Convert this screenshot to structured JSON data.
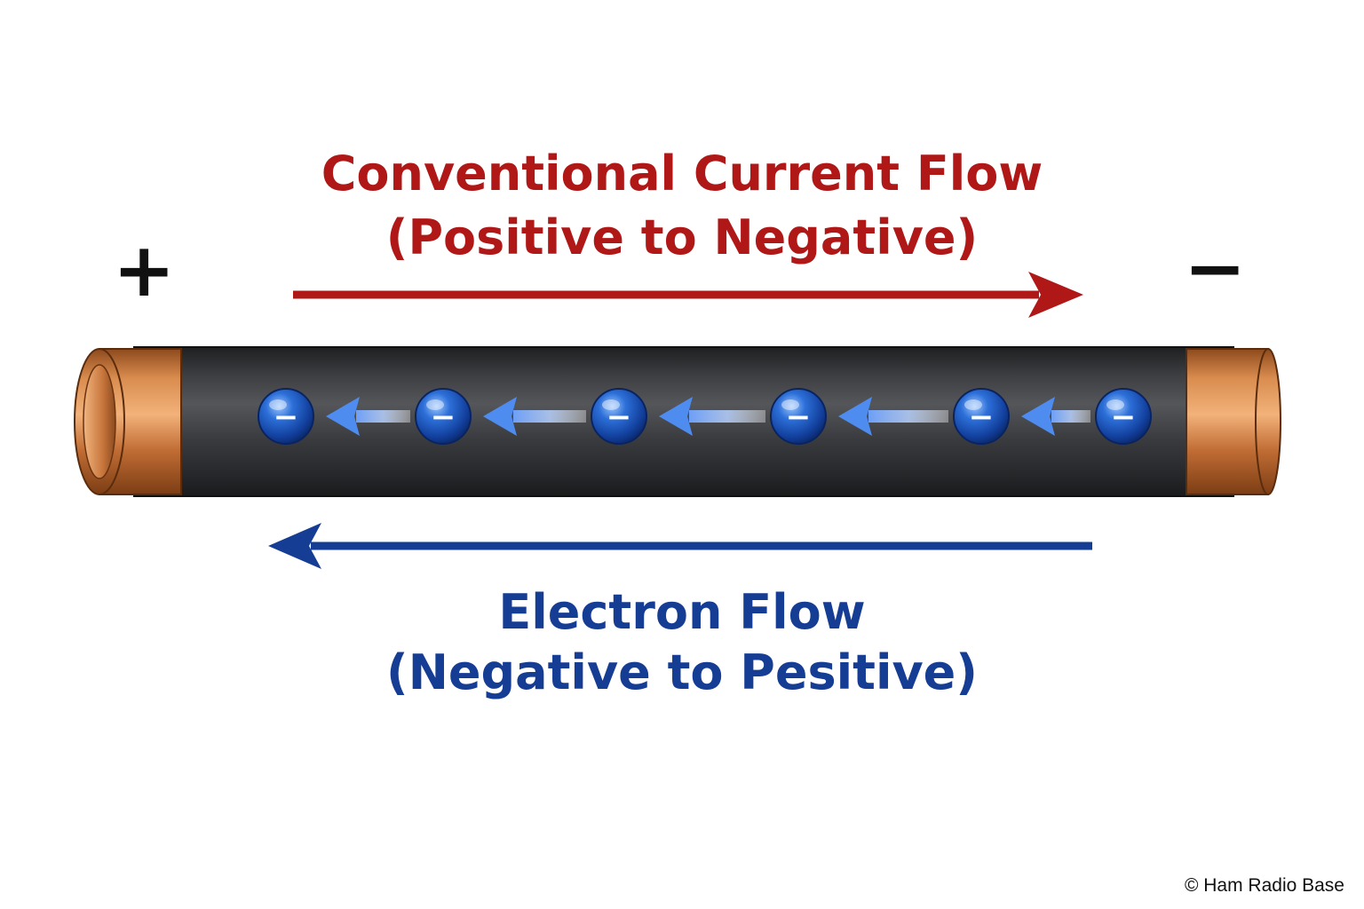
{
  "terminals": {
    "positive": "+",
    "negative": "−"
  },
  "conventional_current": {
    "line1": "Conventional Current Flow",
    "line2": "(Positive to Negative)",
    "color": "#b01818"
  },
  "electron_flow": {
    "line1": "Electron Flow",
    "line2": "(Negative to Pesitive)",
    "color": "#163d94"
  },
  "electron_symbol": "−",
  "electron_count": 6,
  "colors": {
    "wire_insulation": "#3a3b3e",
    "copper": "#c9743c",
    "electron": "#1f5bc4"
  },
  "copyright": "© Ham Radio Base"
}
